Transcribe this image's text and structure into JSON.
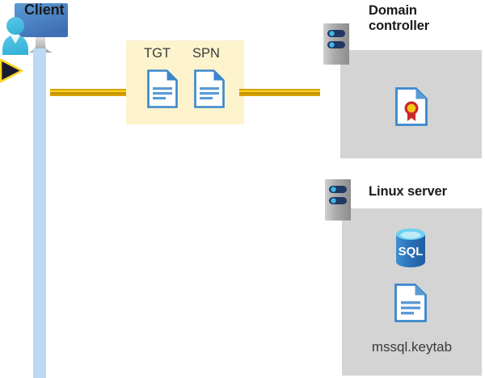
{
  "diagram": {
    "type": "flow-diagram",
    "title_client": "Client",
    "title_domain_controller": "Domain\ncontroller",
    "title_linux_server": "Linux server",
    "flow_labels": {
      "tgt": "TGT",
      "spn": "SPN"
    },
    "linux_file_label": "mssql.keytab",
    "sql_icon_text": "SQL",
    "icons": {
      "client": "client-workstation-icon",
      "tgt_document": "document-icon",
      "spn_document": "document-icon",
      "arrow": "arrow-right-icon",
      "domain_controller_server": "server-icon",
      "certificate": "certificate-document-icon",
      "linux_server": "server-icon",
      "sql_database": "sql-database-icon",
      "keytab_document": "document-icon"
    },
    "colors": {
      "flow_line": "#ffd320",
      "flow_line_border": "#d8a400",
      "highlight_box": "#fdf3cd",
      "panel_gray": "#d4d4d4",
      "client_lane": "#bed9f5",
      "document_blue": "#3b87cd",
      "sql_blue": "#2a70b8",
      "seal_red": "#c9292b",
      "seal_gold": "#f5c518",
      "server_body": "#a6a6a6",
      "server_pill": "#1f3864",
      "title_text": "#1a1a1a",
      "body_text": "#3a3a3a"
    }
  }
}
